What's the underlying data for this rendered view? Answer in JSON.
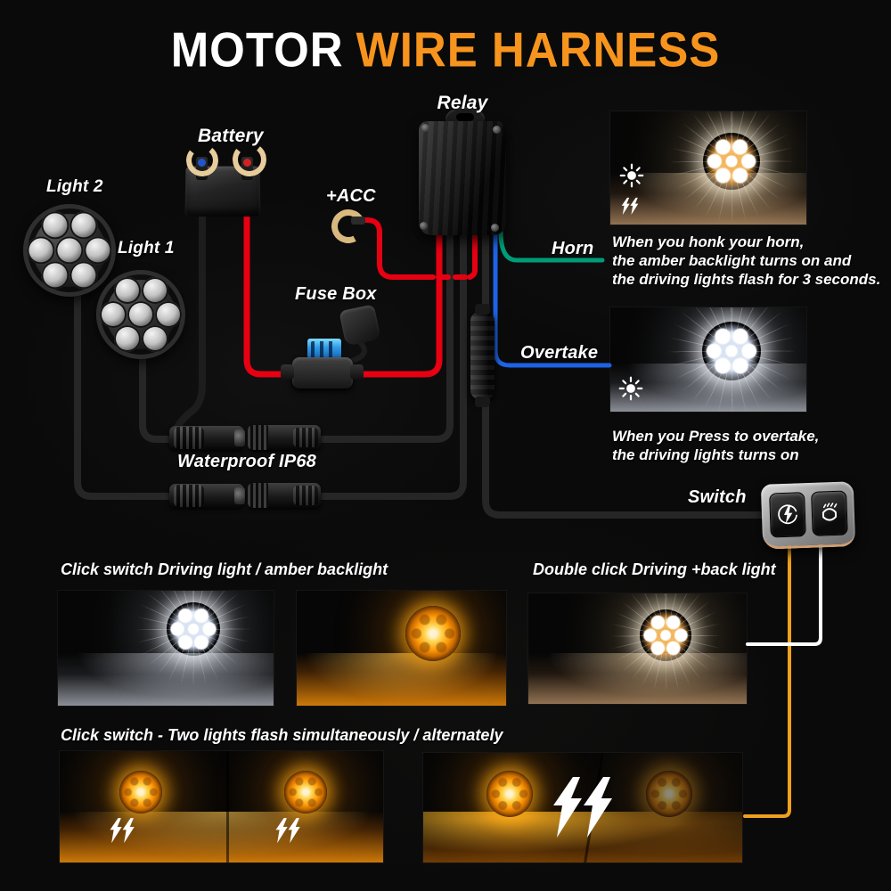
{
  "title": {
    "white": "MOTOR",
    "orange": "WIRE HARNESS"
  },
  "labels": {
    "relay": "Relay",
    "battery": "Battery",
    "light2": "Light 2",
    "light1": "Light 1",
    "acc": "+ACC",
    "fuse_box": "Fuse Box",
    "horn": "Horn",
    "overtake": "Overtake",
    "waterproof": "Waterproof IP68",
    "switch": "Switch"
  },
  "callouts": {
    "horn": {
      "lines": [
        "When you honk your horn,",
        "the amber backlight turns on and",
        "the driving lights flash for 3 seconds."
      ]
    },
    "overtake": {
      "lines": [
        "When you Press to overtake,",
        "the driving lights turns on"
      ]
    }
  },
  "modes": {
    "single_click": "Click switch Driving light / amber backlight",
    "double_click": "Double click Driving +back light",
    "flash_click": "Click switch - Two lights flash simultaneously / alternately"
  },
  "icons": {
    "sun": "sun-icon",
    "double_lightning": "double-lightning-icon",
    "switch_flash": "flash-circle-icon",
    "switch_light": "driving-light-icon"
  },
  "colors": {
    "title_accent": "#F7941D",
    "horn_wire": "#009B77",
    "overtake_wire": "#1E63E6",
    "power_wire": "#E60012",
    "ground_wire": "#262626",
    "switch_amber_wire": "#F0A01E",
    "switch_white_wire": "#FFFFFF",
    "fuse_blue": "#2E9BE6",
    "clamp_highlight": "#E8CD9C"
  }
}
